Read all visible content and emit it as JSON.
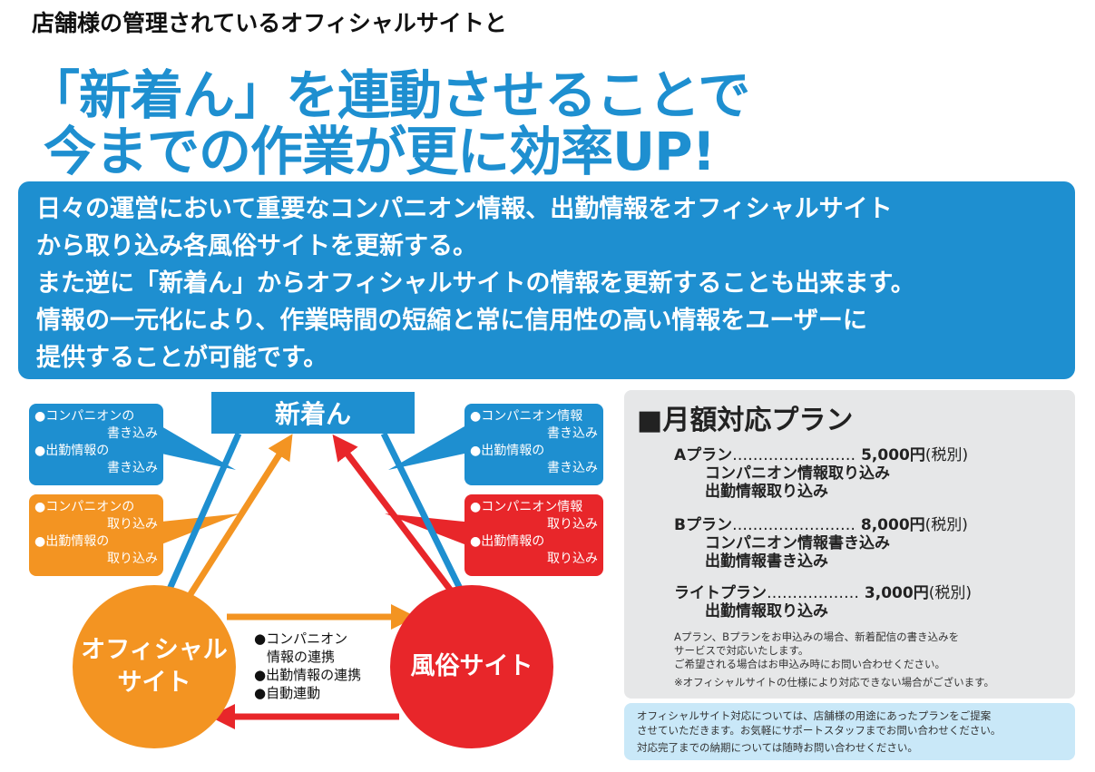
{
  "header": {
    "top_line": "店舗様の管理されているオフィシャルサイトと",
    "title_line1": "「新着ん」を連動させることで",
    "title_line2": "今までの作業が更に効率UP!"
  },
  "intro": {
    "lines": [
      "日々の運営において重要なコンパニオン情報、出勤情報をオフィシャルサイト",
      "から取り込み各風俗サイトを更新する。",
      "また逆に「新着ん」からオフィシャルサイトの情報を更新することも出来ます。",
      "情報の一元化により、作業時間の短縮と常に信用性の高い情報をユーザーに",
      "提供することが可能です。"
    ]
  },
  "diagram": {
    "hub": "新着ん",
    "official_site": [
      "オフィシャル",
      "サイト"
    ],
    "fuzoku_site": "風俗サイト",
    "left_blue": [
      "●コンパニオンの",
      "書き込み",
      "●出勤情報の",
      "書き込み"
    ],
    "left_orange": [
      "●コンパニオンの",
      "取り込み",
      "●出勤情報の",
      "取り込み"
    ],
    "right_blue": [
      "●コンパニオン情報",
      "書き込み",
      "●出勤情報の",
      "書き込み"
    ],
    "right_red": [
      "●コンパニオン情報",
      "取り込み",
      "●出勤情報の",
      "取り込み"
    ],
    "middle": [
      "●コンパニオン",
      "情報の連携",
      "●出勤情報の連携",
      "●自動連動"
    ],
    "colors": {
      "blue": "#1e8fd0",
      "orange": "#f39422",
      "red": "#e8262a"
    }
  },
  "plans": {
    "title": "■月額対応プラン",
    "items": [
      {
        "name": "Aプラン",
        "dots": "……………………",
        "price": "5,000円",
        "tax": "(税別)",
        "details": [
          "コンパニオン情報取り込み",
          "出勤情報取り込み"
        ]
      },
      {
        "name": "Bプラン",
        "dots": "……………………",
        "price": "8,000円",
        "tax": "(税別)",
        "details": [
          "コンパニオン情報書き込み",
          "出勤情報書き込み"
        ]
      },
      {
        "name": "ライトプラン",
        "dots": "………………",
        "price": "3,000円",
        "tax": "(税別)",
        "details": [
          "出勤情報取り込み"
        ]
      }
    ],
    "notes": [
      "Aプラン、Bプランをお申込みの場合、新着配信の書き込みを",
      "サービスで対応いたします。",
      "ご希望される場合はお申込み時にお問い合わせください。"
    ],
    "caution": "※オフィシャルサイトの仕様により対応できない場合がございます。"
  },
  "support": [
    "オフィシャルサイト対応については、店舗様の用途にあったプランをご提案",
    "させていただきます。お気軽にサポートスタッフまでお問い合わせください。",
    "対応完了までの納期については随時お問い合わせください。"
  ]
}
